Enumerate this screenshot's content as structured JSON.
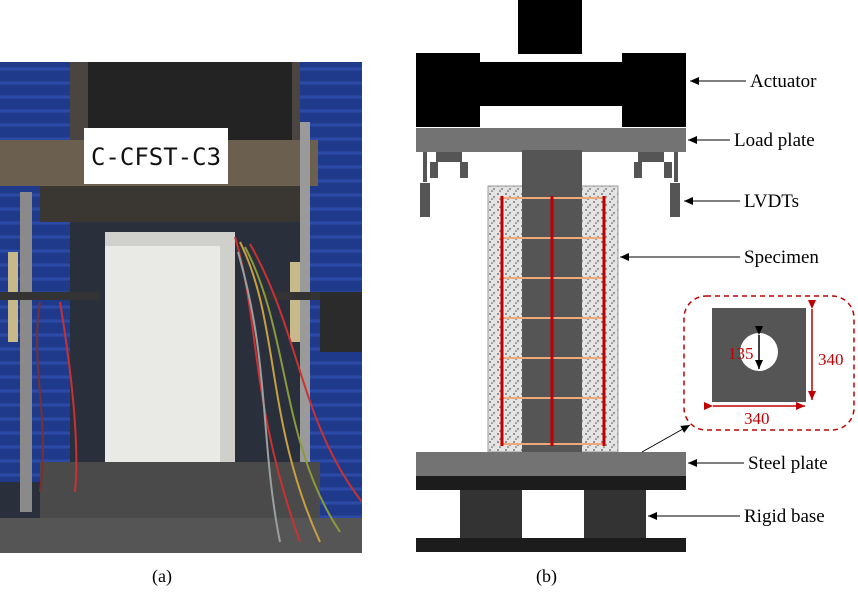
{
  "figure": {
    "photo": {
      "label_card_text": "C-CFST-C3",
      "caption": "(a)"
    },
    "schematic": {
      "labels": {
        "actuator": "Actuator",
        "load_plate": "Load plate",
        "lvdts": "LVDTs",
        "specimen": "Specimen",
        "steel_plate": "Steel plate",
        "rigid_base": "Rigid base"
      },
      "section_inset": {
        "hole_dimension": "135",
        "height_dimension": "340",
        "width_dimension": "340"
      },
      "caption": "(b)"
    }
  }
}
